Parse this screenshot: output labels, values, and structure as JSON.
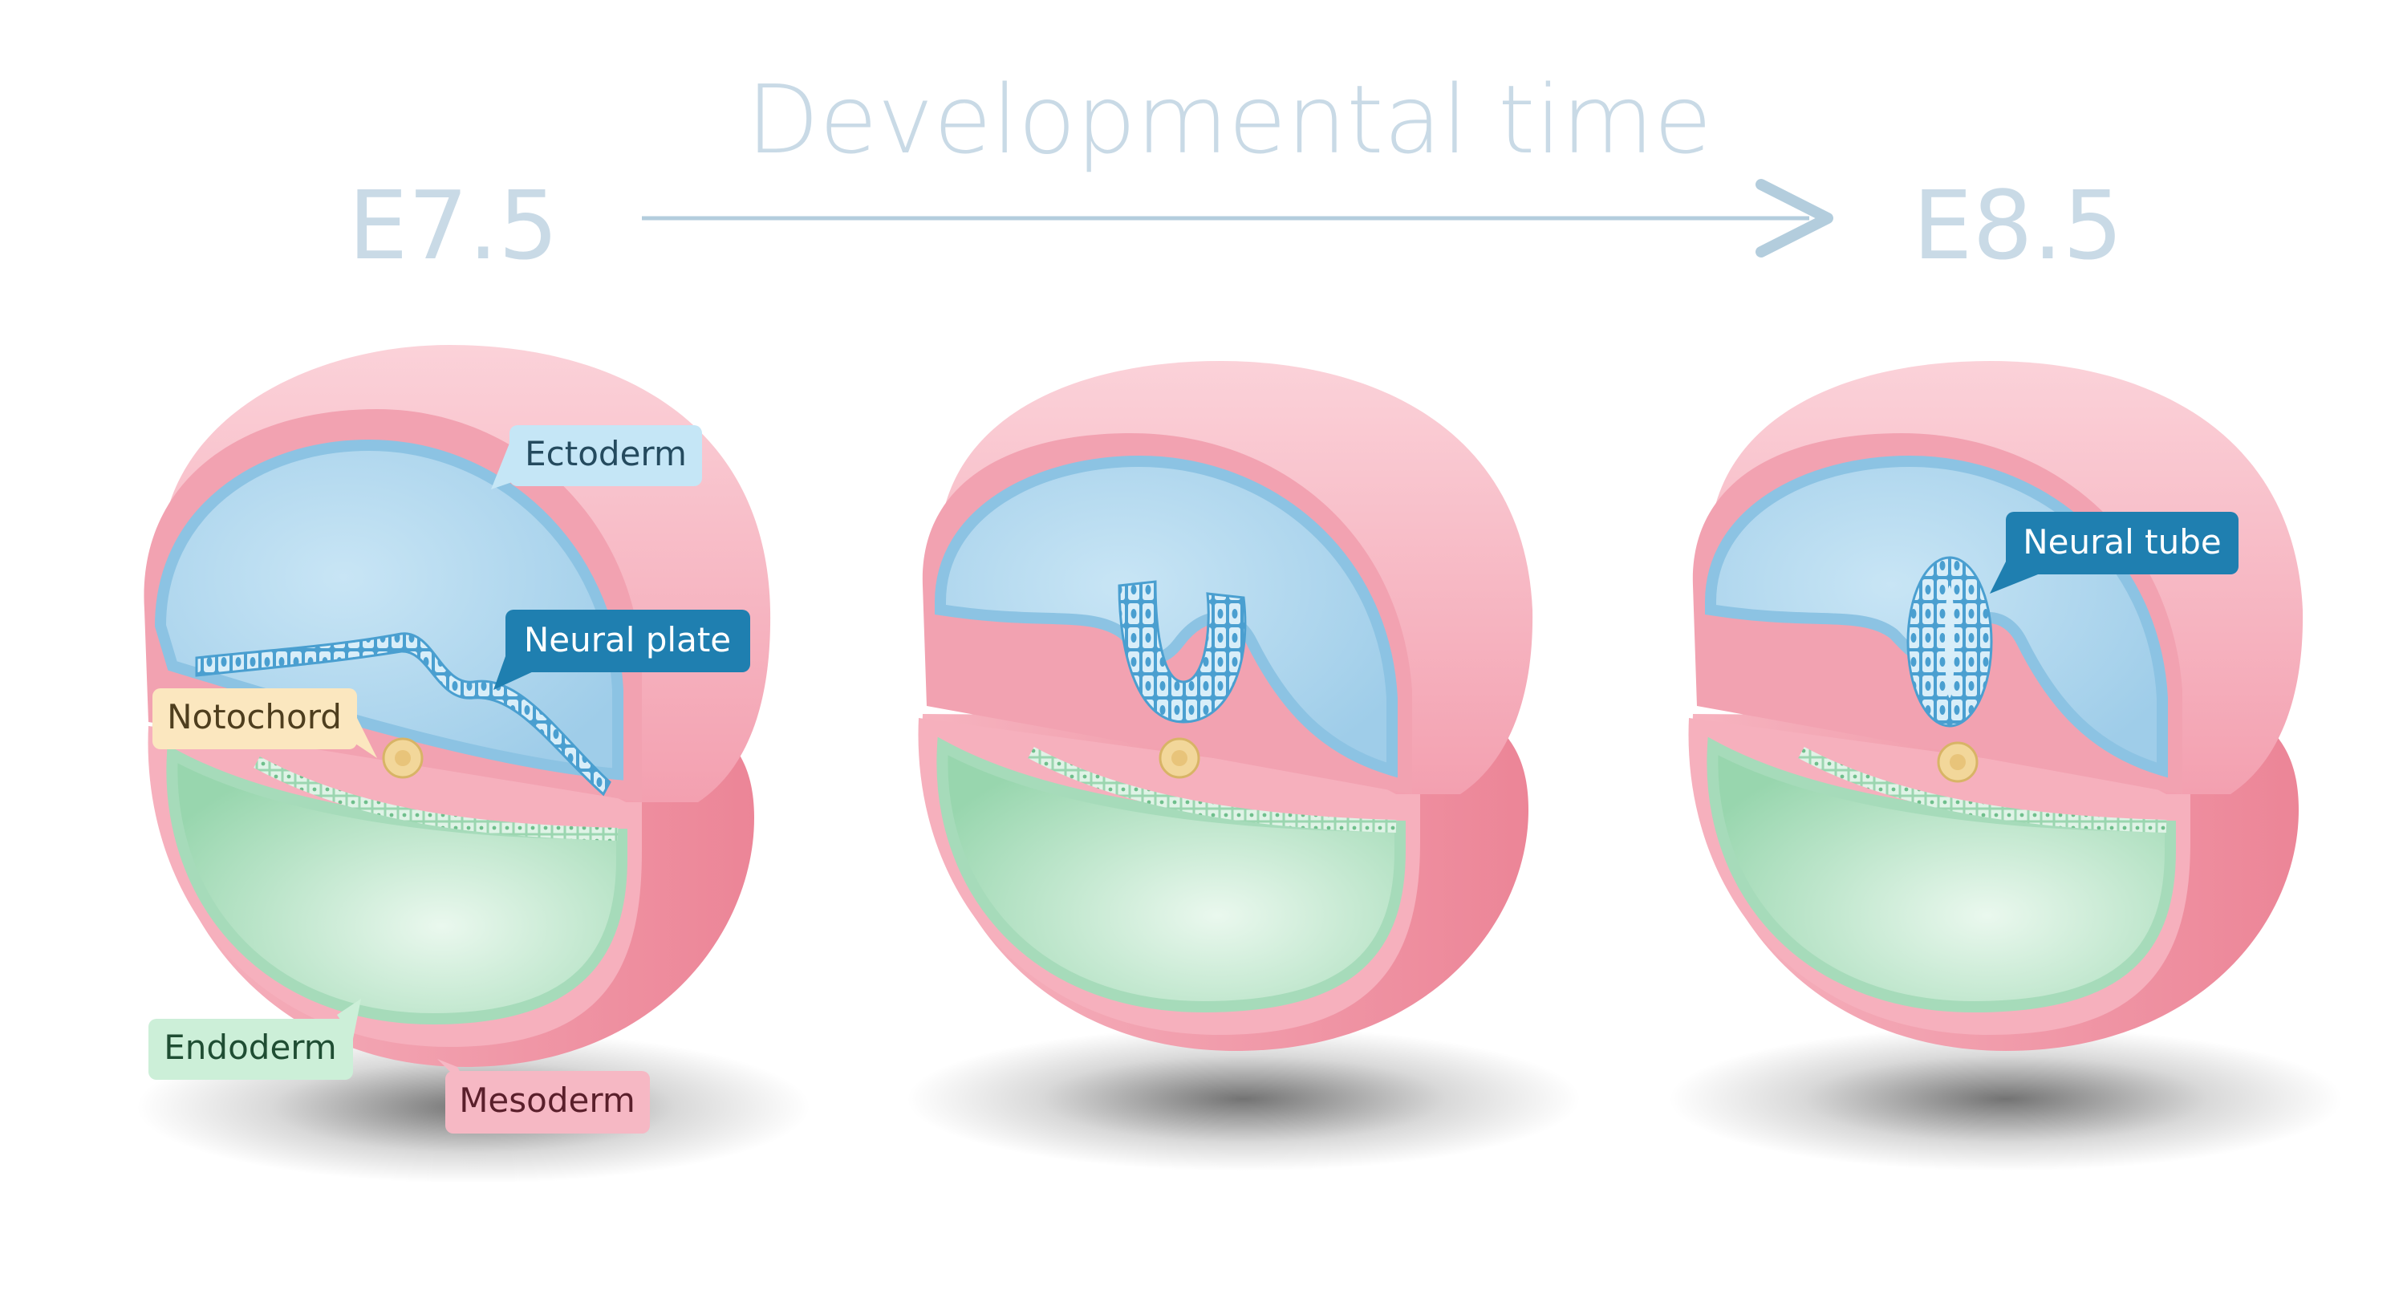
{
  "header": {
    "title": "Developmental time",
    "start_stage": "E7.5",
    "end_stage": "E8.5"
  },
  "labels": {
    "ectoderm": "Ectoderm",
    "neural_plate": "Neural plate",
    "notochord": "Notochord",
    "endoderm": "Endoderm",
    "mesoderm": "Mesoderm",
    "neural_tube": "Neural tube"
  },
  "colors": {
    "header_text": "#c9dae6",
    "arrow": "#b3cddd",
    "mesoderm_outer": "#f4a7b5",
    "mesoderm_side": "#ee8d9f",
    "ectoderm_fill": "#a9d4ec",
    "ectoderm_rim": "#8cc3e3",
    "neural_blue": "#4a9fd0",
    "endoderm_fill": "#bfe6cc",
    "endoderm_rim": "#a6dbba",
    "notochord": "#f2d79a",
    "label_ectoderm_bg": "#c5e6f6",
    "label_neural_bg": "#1f7fb0",
    "label_notochord_bg": "#fbe7bf",
    "label_endoderm_bg": "#ccefd8",
    "label_mesoderm_bg": "#f6b8c4"
  }
}
